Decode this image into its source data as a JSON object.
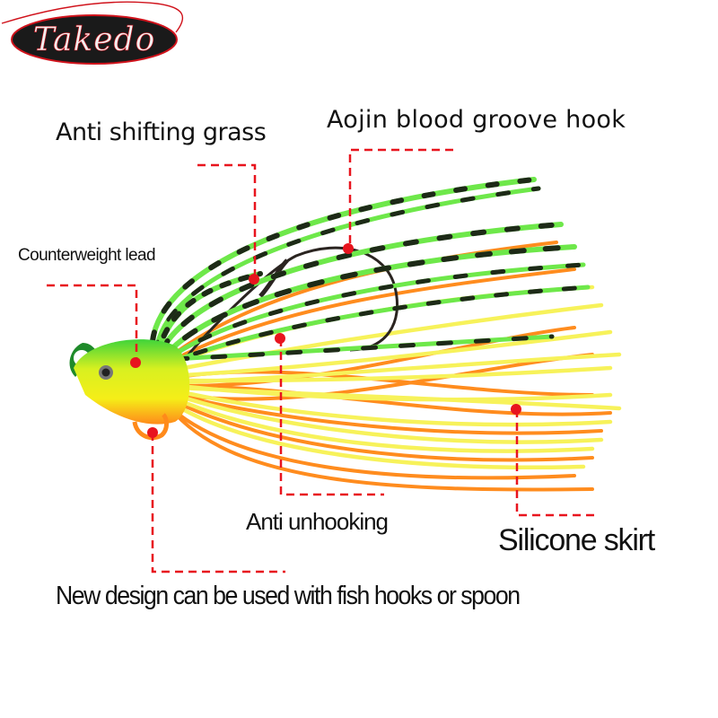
{
  "brand": {
    "logo_text": "Takedo",
    "logo_colors": {
      "oval": "#1a1a1a",
      "outline": "#d0121b",
      "text": "#f2f2f2"
    }
  },
  "product": {
    "type": "fishing lure (spinnerbait / rubber jig)",
    "colors": {
      "head_top": "#3fd43a",
      "head_mid": "#f2f21a",
      "head_bottom": "#ff8a1a",
      "skirt_green": "#6ee84a",
      "skirt_yellow": "#f7f25a",
      "skirt_orange": "#ff8c1e",
      "skirt_stripe": "#1d2a17",
      "hook": "#2a2420"
    }
  },
  "annotations": {
    "line_color": "#e8141e",
    "anti_shifting_grass": "Anti shifting grass",
    "aojin_hook": "Aojin blood groove hook",
    "counterweight_lead": "Counterweight lead",
    "anti_unhooking": "Anti unhooking",
    "silicone_skirt": "Silicone skirt",
    "new_design": "New design can be used with fish hooks or spoon"
  }
}
